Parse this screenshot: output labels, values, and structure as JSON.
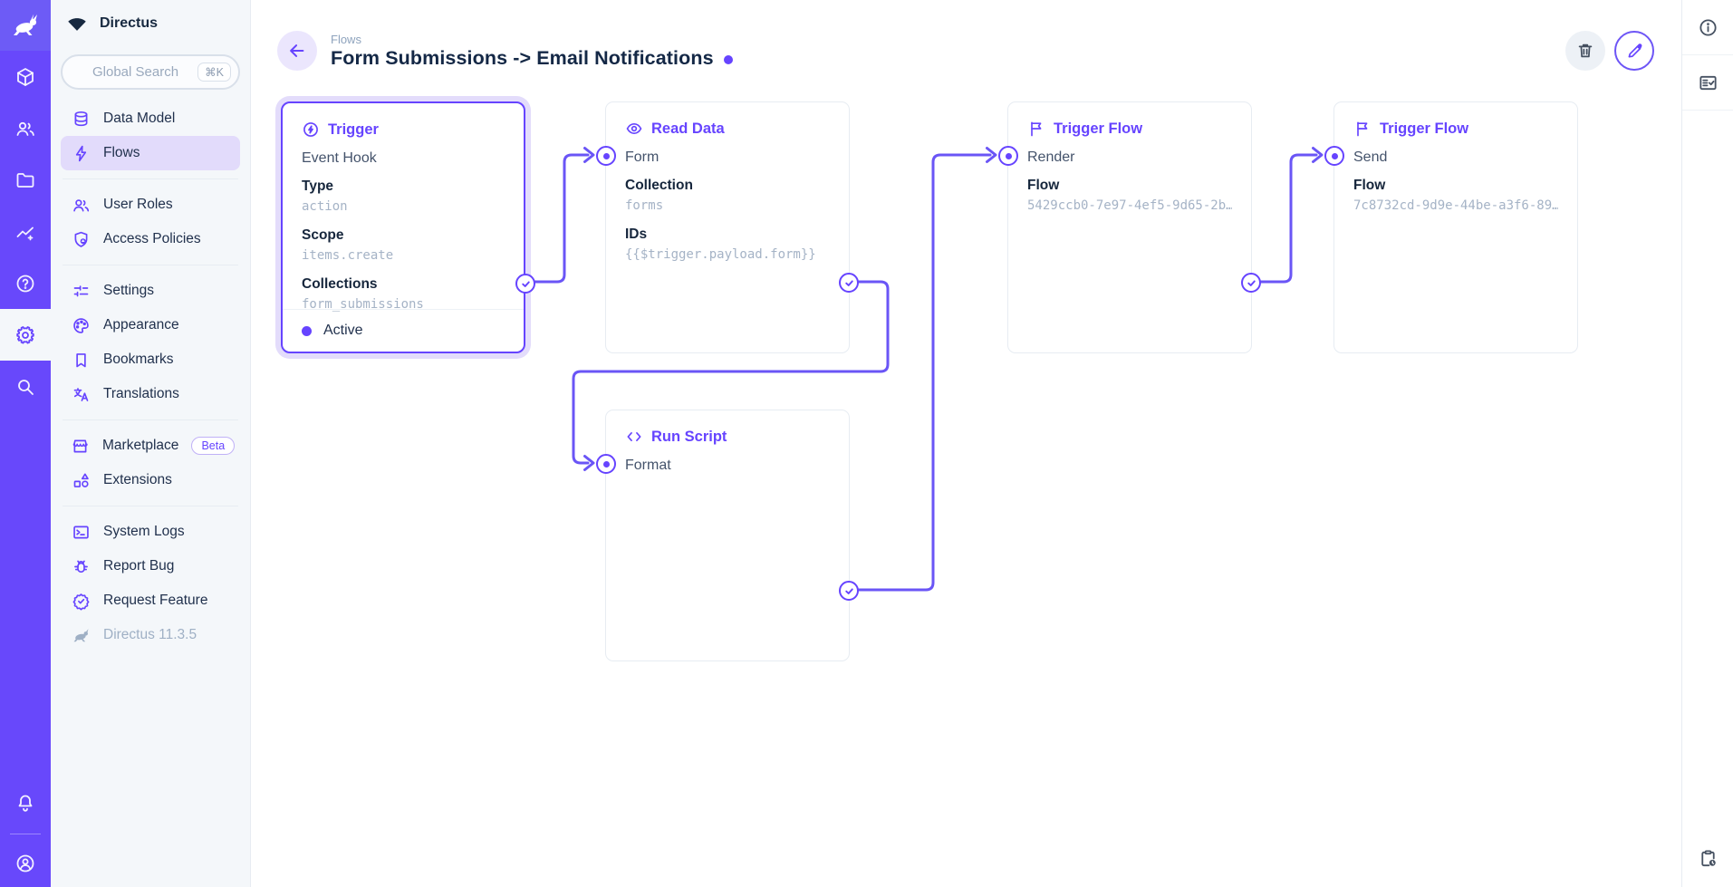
{
  "colors": {
    "accent": "#6644FF",
    "title_text": "#142846",
    "muted_text": "#9FB0C5",
    "nav_bg": "#F4F7FA",
    "selected_halo": "#E3DCFB"
  },
  "module_bar": {
    "logo_icon": "directus-rabbit-icon",
    "modules": [
      {
        "name": "content",
        "icon": "box-icon"
      },
      {
        "name": "users",
        "icon": "people-icon"
      },
      {
        "name": "files",
        "icon": "folder-icon"
      },
      {
        "name": "insights",
        "icon": "chart-icon"
      },
      {
        "name": "docs",
        "icon": "help-circle-icon"
      },
      {
        "name": "settings",
        "icon": "gear-icon",
        "active": true
      },
      {
        "name": "search",
        "icon": "search-icon"
      }
    ],
    "bottom": [
      {
        "name": "notifications",
        "icon": "bell-icon"
      },
      {
        "name": "account",
        "icon": "avatar-icon"
      }
    ]
  },
  "sidebar": {
    "project_name": "Directus",
    "search": {
      "placeholder": "Global Search",
      "shortcut": "⌘K"
    },
    "items": [
      {
        "label": "Data Model",
        "icon": "database-icon"
      },
      {
        "label": "Flows",
        "icon": "bolt-icon",
        "active": true
      },
      {
        "label": "User Roles",
        "icon": "people-icon"
      },
      {
        "label": "Access Policies",
        "icon": "shield-lock-icon"
      },
      {
        "label": "Settings",
        "icon": "tune-icon"
      },
      {
        "label": "Appearance",
        "icon": "palette-icon"
      },
      {
        "label": "Bookmarks",
        "icon": "bookmark-icon"
      },
      {
        "label": "Translations",
        "icon": "translate-icon"
      },
      {
        "label": "Marketplace",
        "icon": "storefront-icon",
        "badge": "Beta"
      },
      {
        "label": "Extensions",
        "icon": "shapes-icon"
      },
      {
        "label": "System Logs",
        "icon": "terminal-icon"
      },
      {
        "label": "Report Bug",
        "icon": "bug-icon"
      },
      {
        "label": "Request Feature",
        "icon": "badge-check-icon"
      }
    ],
    "version": "Directus 11.3.5"
  },
  "header": {
    "breadcrumb": "Flows",
    "title": "Form Submissions -> Email Notifications",
    "status_dot_color": "#6644FF",
    "actions": [
      {
        "name": "delete",
        "icon": "trash-icon"
      },
      {
        "name": "edit",
        "icon": "pencil-icon"
      }
    ]
  },
  "canvas": {
    "panels": [
      {
        "title": "Trigger",
        "icon": "bolt-circle-icon",
        "name": "Event Hook",
        "selected": true,
        "fields": [
          {
            "label": "Type",
            "value": "action"
          },
          {
            "label": "Scope",
            "value": "items.create"
          },
          {
            "label": "Collections",
            "value": "form_submissions"
          }
        ],
        "status": "Active"
      },
      {
        "title": "Read Data",
        "icon": "eye-icon",
        "name": "Form",
        "fields": [
          {
            "label": "Collection",
            "value": "forms"
          },
          {
            "label": "IDs",
            "value": "{{$trigger.payload.form}}"
          }
        ]
      },
      {
        "title": "Trigger Flow",
        "icon": "flag-icon",
        "name": "Render",
        "fields": [
          {
            "label": "Flow",
            "value": "5429ccb0-7e97-4ef5-9d65-2b…"
          }
        ]
      },
      {
        "title": "Trigger Flow",
        "icon": "flag-icon",
        "name": "Send",
        "fields": [
          {
            "label": "Flow",
            "value": "7c8732cd-9d9e-44be-a3f6-89…"
          }
        ]
      },
      {
        "title": "Run Script",
        "icon": "code-icon",
        "name": "Format",
        "fields": []
      }
    ],
    "connections": [
      {
        "from": "Trigger (resolve)",
        "to": "Read Data · Form"
      },
      {
        "from": "Read Data (resolve)",
        "to": "Run Script · Format"
      },
      {
        "from": "Run Script (resolve)",
        "to": "Trigger Flow · Render"
      },
      {
        "from": "Trigger Flow · Render (resolve)",
        "to": "Trigger Flow · Send"
      }
    ]
  },
  "right_sidebar": {
    "items": [
      {
        "name": "info",
        "icon": "info-circle-icon"
      },
      {
        "name": "flow-checklist",
        "icon": "fact-check-icon"
      }
    ],
    "bottom": {
      "name": "activity",
      "icon": "clipboard-clock-icon"
    }
  }
}
